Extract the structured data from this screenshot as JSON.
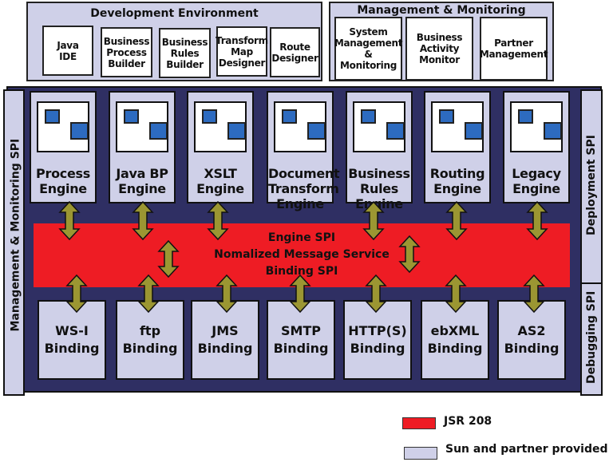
{
  "development_environment": {
    "title": "Development Environment",
    "tools": [
      {
        "label": "Java\nIDE"
      },
      {
        "label": "Business\nProcess\nBuilder"
      },
      {
        "label": "Business\nRules\nBuilder"
      },
      {
        "label": "Transform\nMap\nDesigner"
      },
      {
        "label": "Route\nDesigner"
      }
    ]
  },
  "management_monitoring": {
    "title": "Management & Monitoring",
    "tools": [
      {
        "label": "System\nManagement\n&\nMonitoring"
      },
      {
        "label": "Business\nActivity\nMonitor"
      },
      {
        "label": "Partner\nManagement"
      }
    ]
  },
  "side_spis": {
    "left": "Management & Monitoring SPI",
    "right_top": "Deployment SPI",
    "right_bottom": "Debugging SPI"
  },
  "engines": [
    {
      "label": "Process\nEngine"
    },
    {
      "label": "Java BP\nEngine"
    },
    {
      "label": "XSLT\nEngine"
    },
    {
      "label": "Document\nTransform\nEngine"
    },
    {
      "label": "Business\nRules\nEngine"
    },
    {
      "label": "Routing\nEngine"
    },
    {
      "label": "Legacy\nEngine"
    }
  ],
  "nms": {
    "line1": "Engine SPI",
    "line2": "Nomalized Message Service",
    "line3": "Binding SPI"
  },
  "bindings": [
    {
      "label": "WS-I\nBinding"
    },
    {
      "label": "ftp\nBinding"
    },
    {
      "label": "JMS\nBinding"
    },
    {
      "label": "SMTP\nBinding"
    },
    {
      "label": "HTTP(S)\nBinding"
    },
    {
      "label": "ebXML\nBinding"
    },
    {
      "label": "AS2\nBinding"
    }
  ],
  "legend": [
    {
      "label": "JSR 208",
      "color": "#ee1c24"
    },
    {
      "label": "Sun and partner provided",
      "color": "#cfd0e8"
    }
  ],
  "colors": {
    "bus": "#2f2f63",
    "jsr208": "#ee1c24",
    "provided": "#cfd0e8",
    "arrow": "#9b9632",
    "component_square": "#2d6bc0"
  }
}
